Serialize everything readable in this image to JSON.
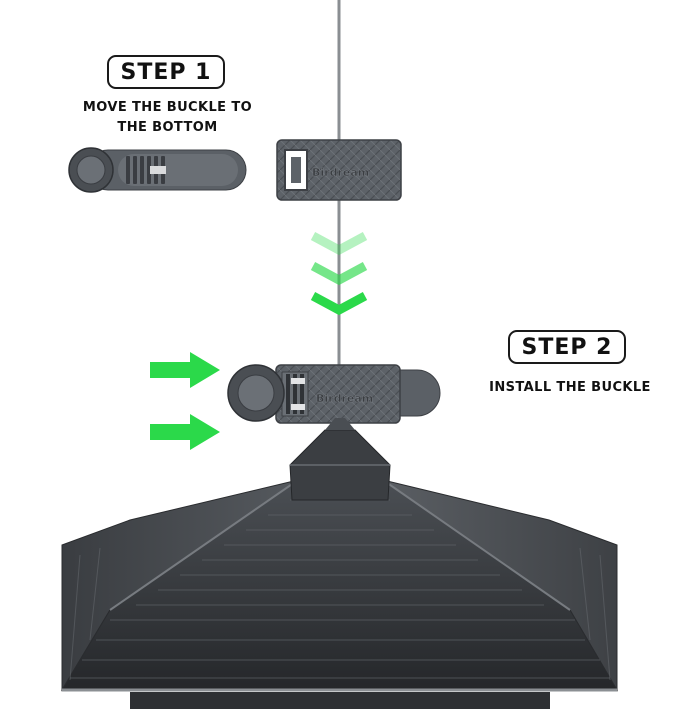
{
  "step1": {
    "badge": "STEP 1",
    "instruction_line1": "MOVE THE BUCKLE TO",
    "instruction_line2": "THE BOTTOM"
  },
  "step2": {
    "badge": "STEP 2",
    "instruction": "INSTALL THE BUCKLE"
  },
  "buckle": {
    "brand": "Birdream"
  },
  "colors": {
    "arrow_green": "#2bd94a",
    "buckle_grey": "#555a60",
    "roof_dark": "#3b3e42",
    "text": "#111111"
  }
}
